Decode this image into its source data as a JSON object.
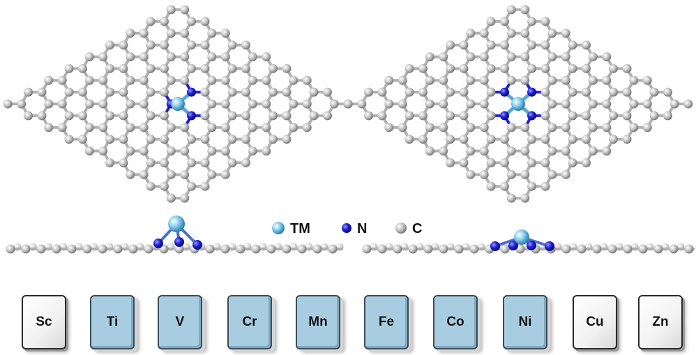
{
  "legend": {
    "tm": {
      "label": "TM",
      "color": "#7cc6ea"
    },
    "n": {
      "label": "N",
      "color": "#1f1fd6"
    },
    "c": {
      "label": "C",
      "color": "#bdbdbd"
    }
  },
  "colors": {
    "carbon": "#bdbdbd",
    "nitrogen": "#1f1fd6",
    "metal": "#7cc6ea",
    "bond": "#b0b0b0",
    "tm_tile": "#a9cde0"
  },
  "structures": [
    {
      "view": "top",
      "coordination": "TM-N3"
    },
    {
      "view": "top",
      "coordination": "TM-N4"
    }
  ],
  "elements": [
    {
      "symbol": "Sc",
      "highlighted": false
    },
    {
      "symbol": "Ti",
      "highlighted": true
    },
    {
      "symbol": "V",
      "highlighted": true
    },
    {
      "symbol": "Cr",
      "highlighted": true
    },
    {
      "symbol": "Mn",
      "highlighted": true
    },
    {
      "symbol": "Fe",
      "highlighted": true
    },
    {
      "symbol": "Co",
      "highlighted": true
    },
    {
      "symbol": "Ni",
      "highlighted": true
    },
    {
      "symbol": "Cu",
      "highlighted": false
    },
    {
      "symbol": "Zn",
      "highlighted": false
    }
  ]
}
